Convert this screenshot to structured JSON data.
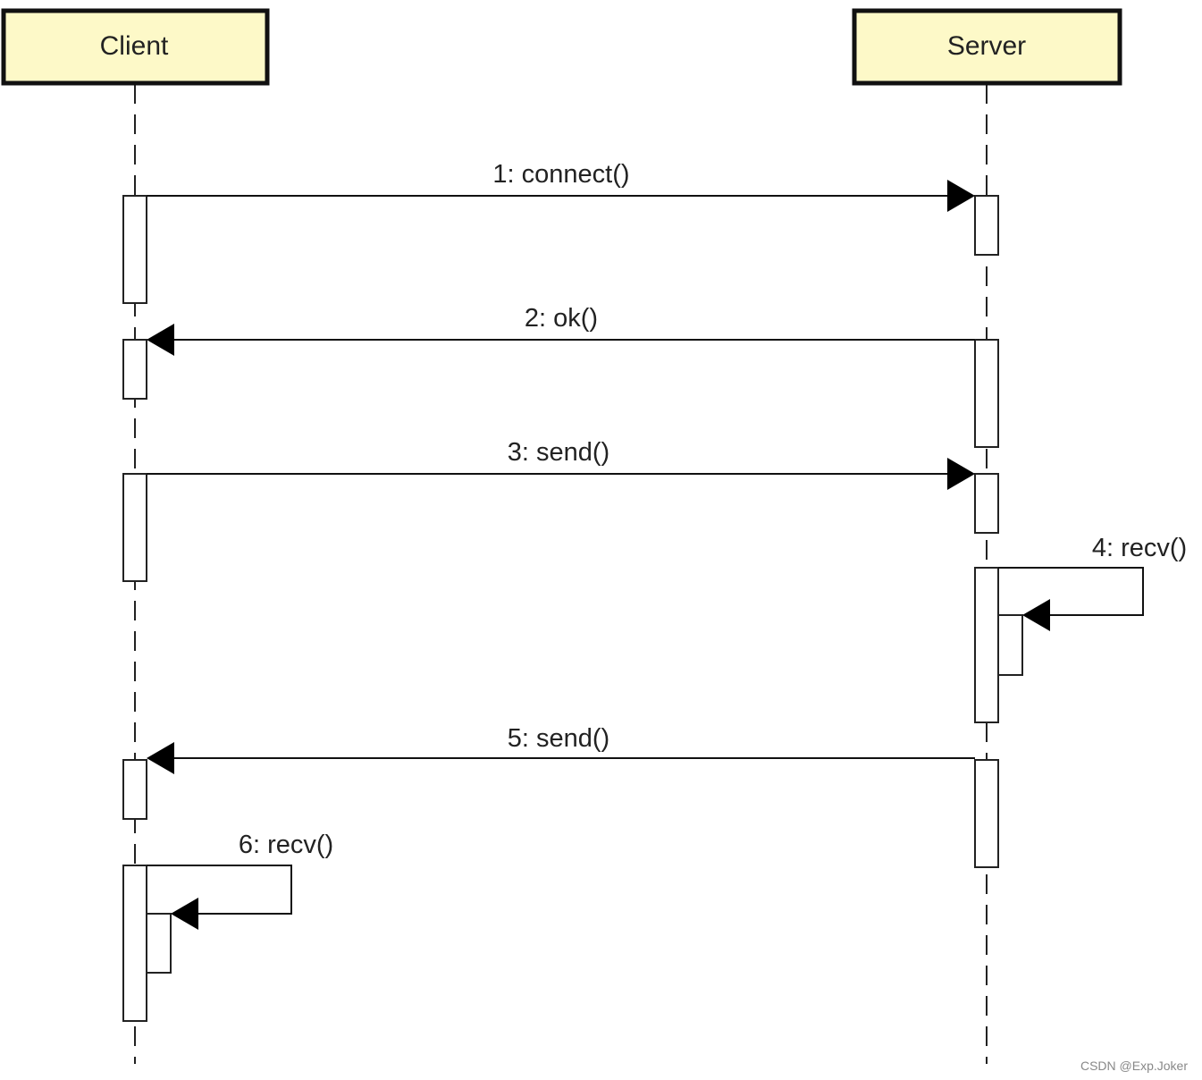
{
  "diagram": {
    "type": "sequence",
    "participants": [
      {
        "id": "client",
        "name": "Client"
      },
      {
        "id": "server",
        "name": "Server"
      }
    ],
    "messages": [
      {
        "label": "1: connect()",
        "from": "client",
        "to": "server"
      },
      {
        "label": "2: ok()",
        "from": "server",
        "to": "client"
      },
      {
        "label": "3: send()",
        "from": "client",
        "to": "server"
      },
      {
        "label": "4: recv()",
        "from": "server",
        "to": "server"
      },
      {
        "label": "5: send()",
        "from": "server",
        "to": "client"
      },
      {
        "label": "6: recv()",
        "from": "client",
        "to": "client"
      }
    ],
    "colors": {
      "participant_fill": "#fdf9c8",
      "line": "#111111"
    }
  },
  "watermark": "CSDN @Exp.Joker"
}
